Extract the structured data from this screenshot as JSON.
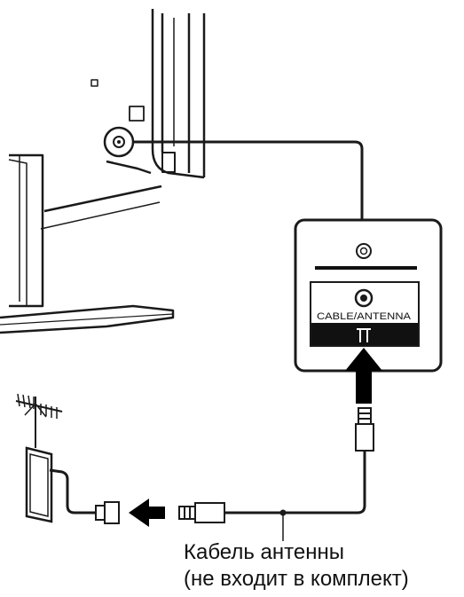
{
  "panel": {
    "port_label": "CABLE/ANTENNA"
  },
  "caption": {
    "line1": "Кабель антенны",
    "line2": "(не входит в комплект)"
  },
  "colors": {
    "stroke": "#1a1a1a",
    "panel_fill": "#ffffff",
    "label_band": "#111111",
    "arrow": "#000000"
  },
  "icons": [
    "tv-set",
    "antenna-mast-icon",
    "wall-outlet-icon",
    "coax-connector-icon",
    "arrow-left-icon",
    "arrow-up-icon"
  ]
}
